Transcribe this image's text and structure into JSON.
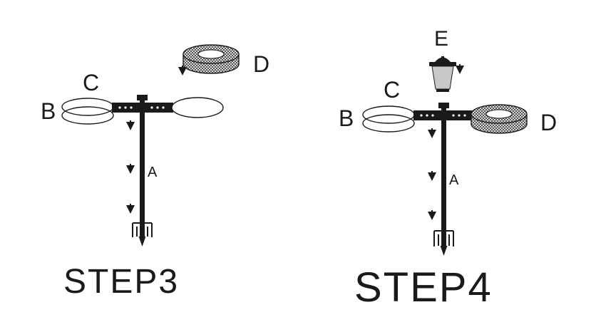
{
  "steps": [
    {
      "title": "STEP3",
      "labels": {
        "a": "A",
        "b": "B",
        "c": "C",
        "d": "D"
      }
    },
    {
      "title": "STEP4",
      "labels": {
        "a": "A",
        "b": "B",
        "c": "C",
        "d": "D",
        "e": "E"
      }
    }
  ],
  "colors": {
    "ink": "#1a1a1a",
    "lamp_glass": "#c8c8c8",
    "background": "#ffffff"
  }
}
